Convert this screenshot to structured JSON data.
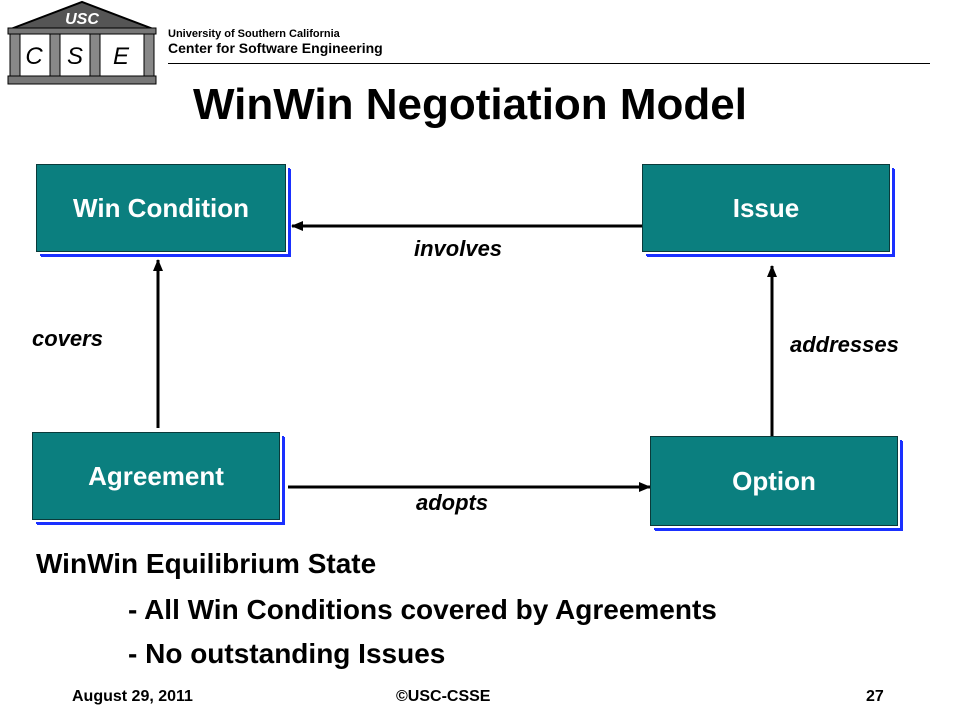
{
  "header": {
    "logo_top": "USC",
    "logo_letters": [
      "C",
      "S",
      "E"
    ],
    "university": "University of Southern California",
    "center": "Center for Software Engineering"
  },
  "title": "WinWin Negotiation Model",
  "nodes": {
    "win_condition": "Win Condition",
    "issue": "Issue",
    "agreement": "Agreement",
    "option": "Option"
  },
  "edges": {
    "involves": "involves",
    "covers": "covers",
    "addresses": "addresses",
    "adopts": "adopts"
  },
  "summary": {
    "heading": "WinWin Equilibrium State",
    "points": [
      "- All Win Conditions covered by Agreements",
      "- No outstanding Issues"
    ]
  },
  "footer": {
    "date": "August 29, 2011",
    "copyright": "©USC-CSSE",
    "page": "27"
  },
  "colors": {
    "box_fill": "#0b7f7f",
    "box_shadow": "#1a30ff"
  }
}
